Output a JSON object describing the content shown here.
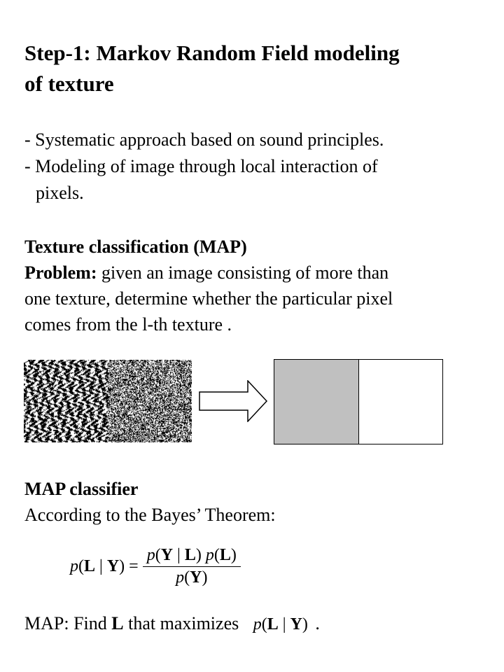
{
  "title": {
    "line1": "Step-1: Markov Random Field modeling",
    "line2": "of texture"
  },
  "bullets": [
    "- Systematic approach based on sound principles.",
    "- Modeling of image through local interaction of",
    "pixels."
  ],
  "texture_section": {
    "heading": "Texture classification (MAP)",
    "problem_label": "Problem:",
    "problem_text_1": " given an image consisting of more than",
    "problem_text_2": "one texture, determine whether the particular pixel",
    "problem_text_3": "comes from the l-th texture ."
  },
  "map_section": {
    "heading": "MAP classifier",
    "bayes_line": "According to the Bayes’ Theorem:",
    "final_prefix": "MAP: Find ",
    "final_bold": "L",
    "final_suffix": " that maximizes",
    "final_period": "."
  },
  "colors": {
    "segment_left": "#c0c0c0",
    "segment_right": "#ffffff"
  }
}
